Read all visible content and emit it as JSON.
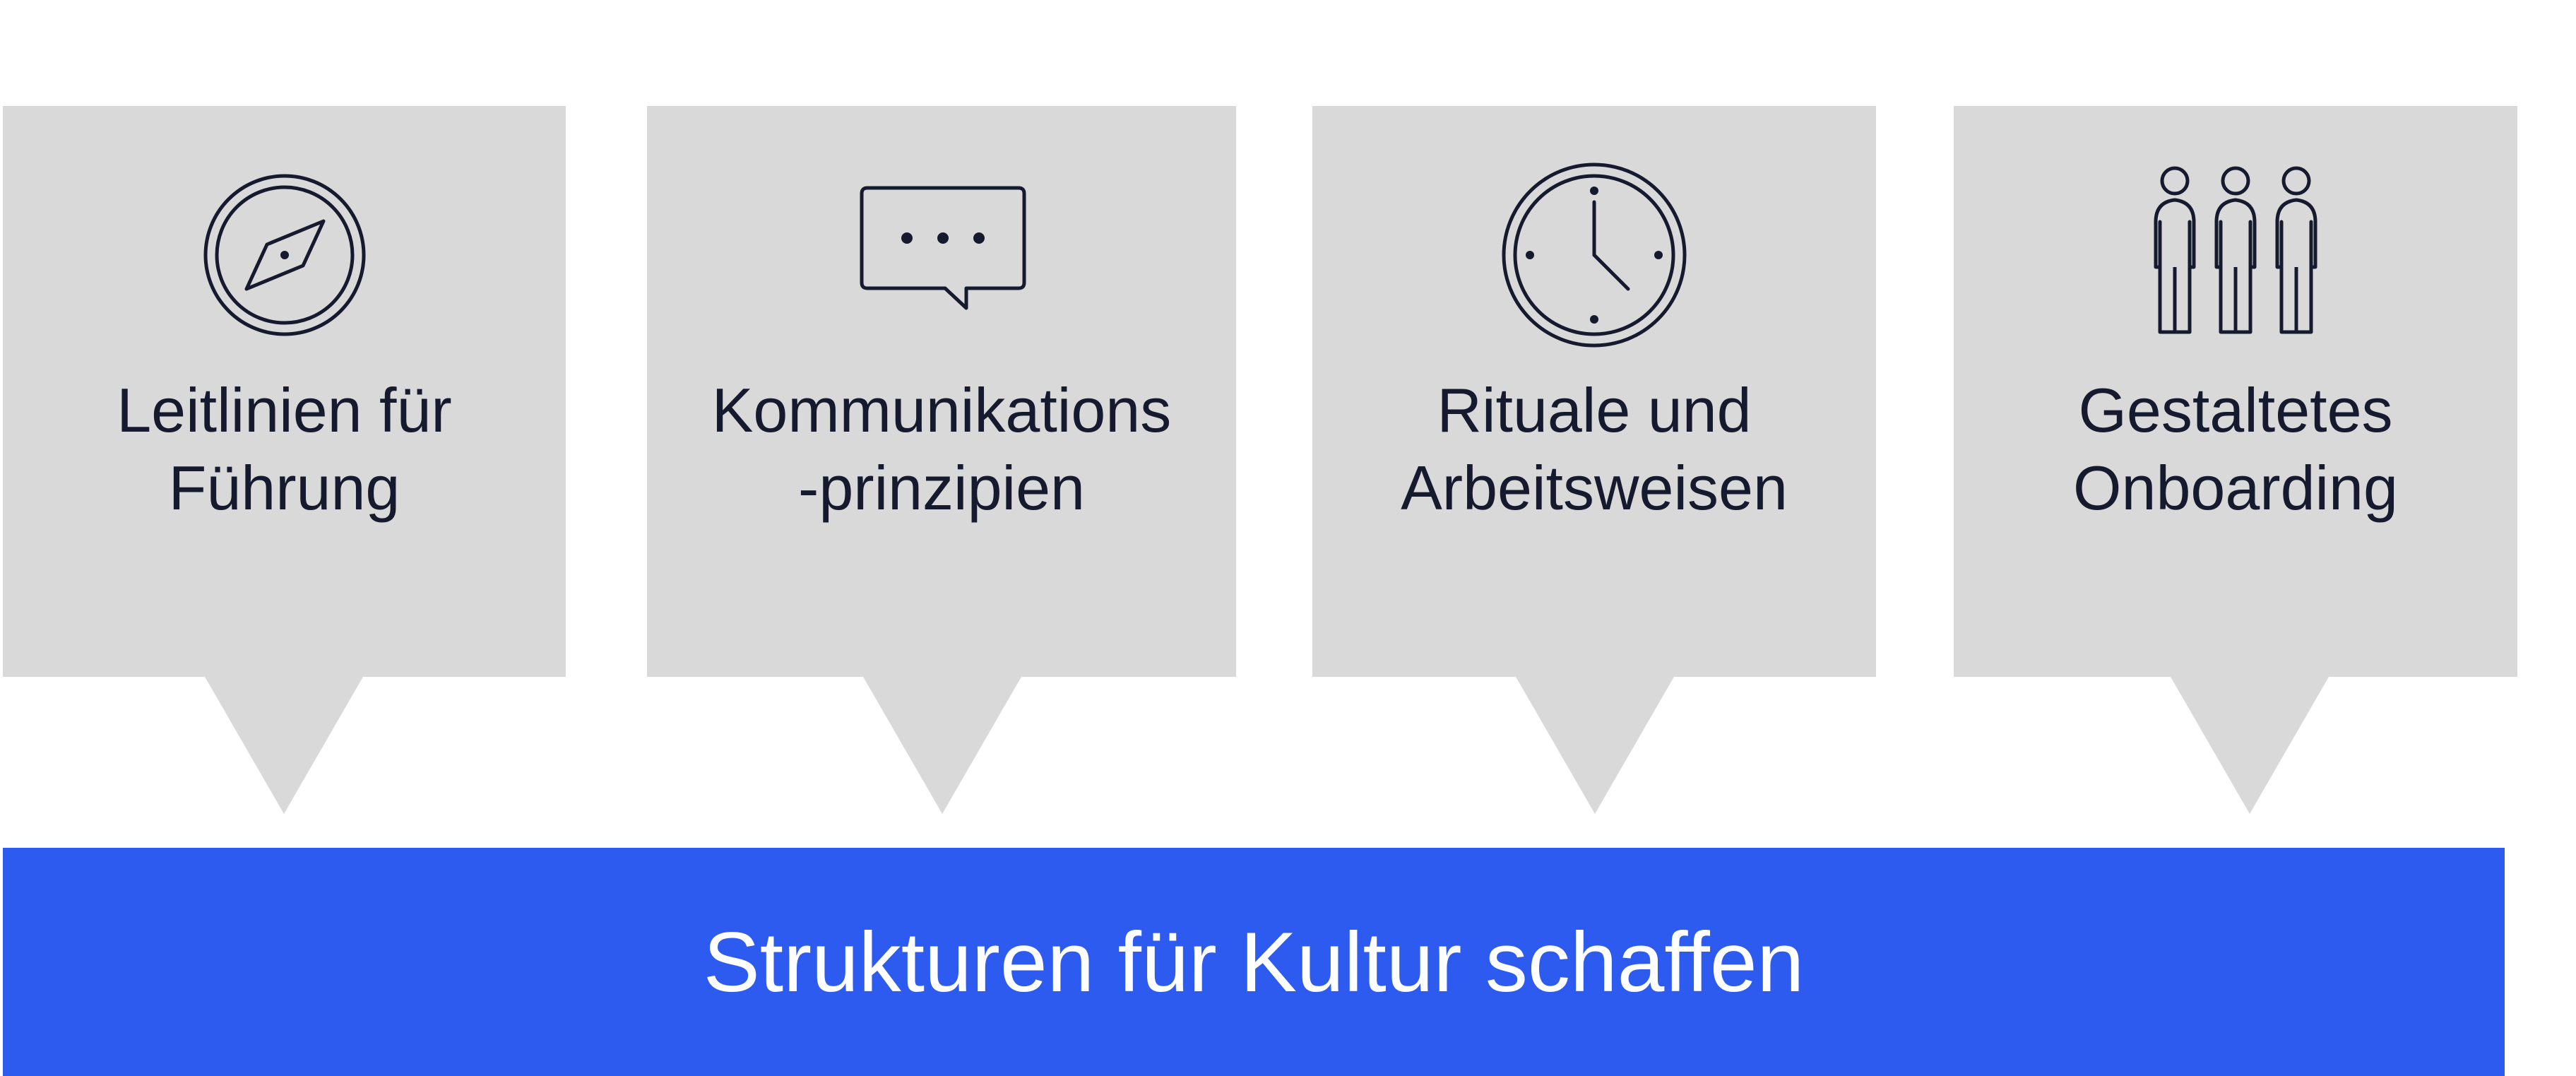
{
  "colors": {
    "card_background": "#d9d9d9",
    "text_dark": "#161a2e",
    "banner_background": "#2d5bf0",
    "banner_text": "#ffffff"
  },
  "cards": [
    {
      "icon": "compass-icon",
      "line1": "Leitlinien für",
      "line2": "Führung"
    },
    {
      "icon": "speech-bubble-icon",
      "line1": "Kommunikations",
      "line2": "-prinzipien"
    },
    {
      "icon": "clock-icon",
      "line1": "Rituale und",
      "line2": "Arbeitsweisen"
    },
    {
      "icon": "people-group-icon",
      "line1": "Gestaltetes",
      "line2": "Onboarding"
    }
  ],
  "banner": {
    "label": "Strukturen für Kultur schaffen"
  }
}
